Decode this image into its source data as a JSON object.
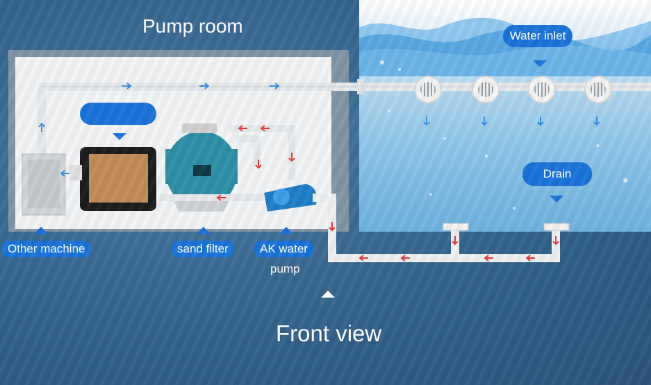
{
  "title": "Pump room",
  "footer_title": "Front view",
  "labels": {
    "other_machine": "Other machine",
    "sand_filter": "sand filter",
    "pump_line1": "AK water",
    "pump_line2": "pump",
    "water_inlet": "Water inlet",
    "drain": "Drain"
  },
  "icons": {
    "flow_arrow_blue": "arrow-blue-icon",
    "flow_arrow_red": "arrow-red-icon",
    "inlet_nozzle": "inlet-nozzle-icon",
    "pointer": "triangle-pointer-icon"
  },
  "colors": {
    "label_blue": "#1a73d9",
    "return_arrow": "#e53935",
    "supply_arrow": "#3a8de0",
    "background": "#3b6a92"
  }
}
